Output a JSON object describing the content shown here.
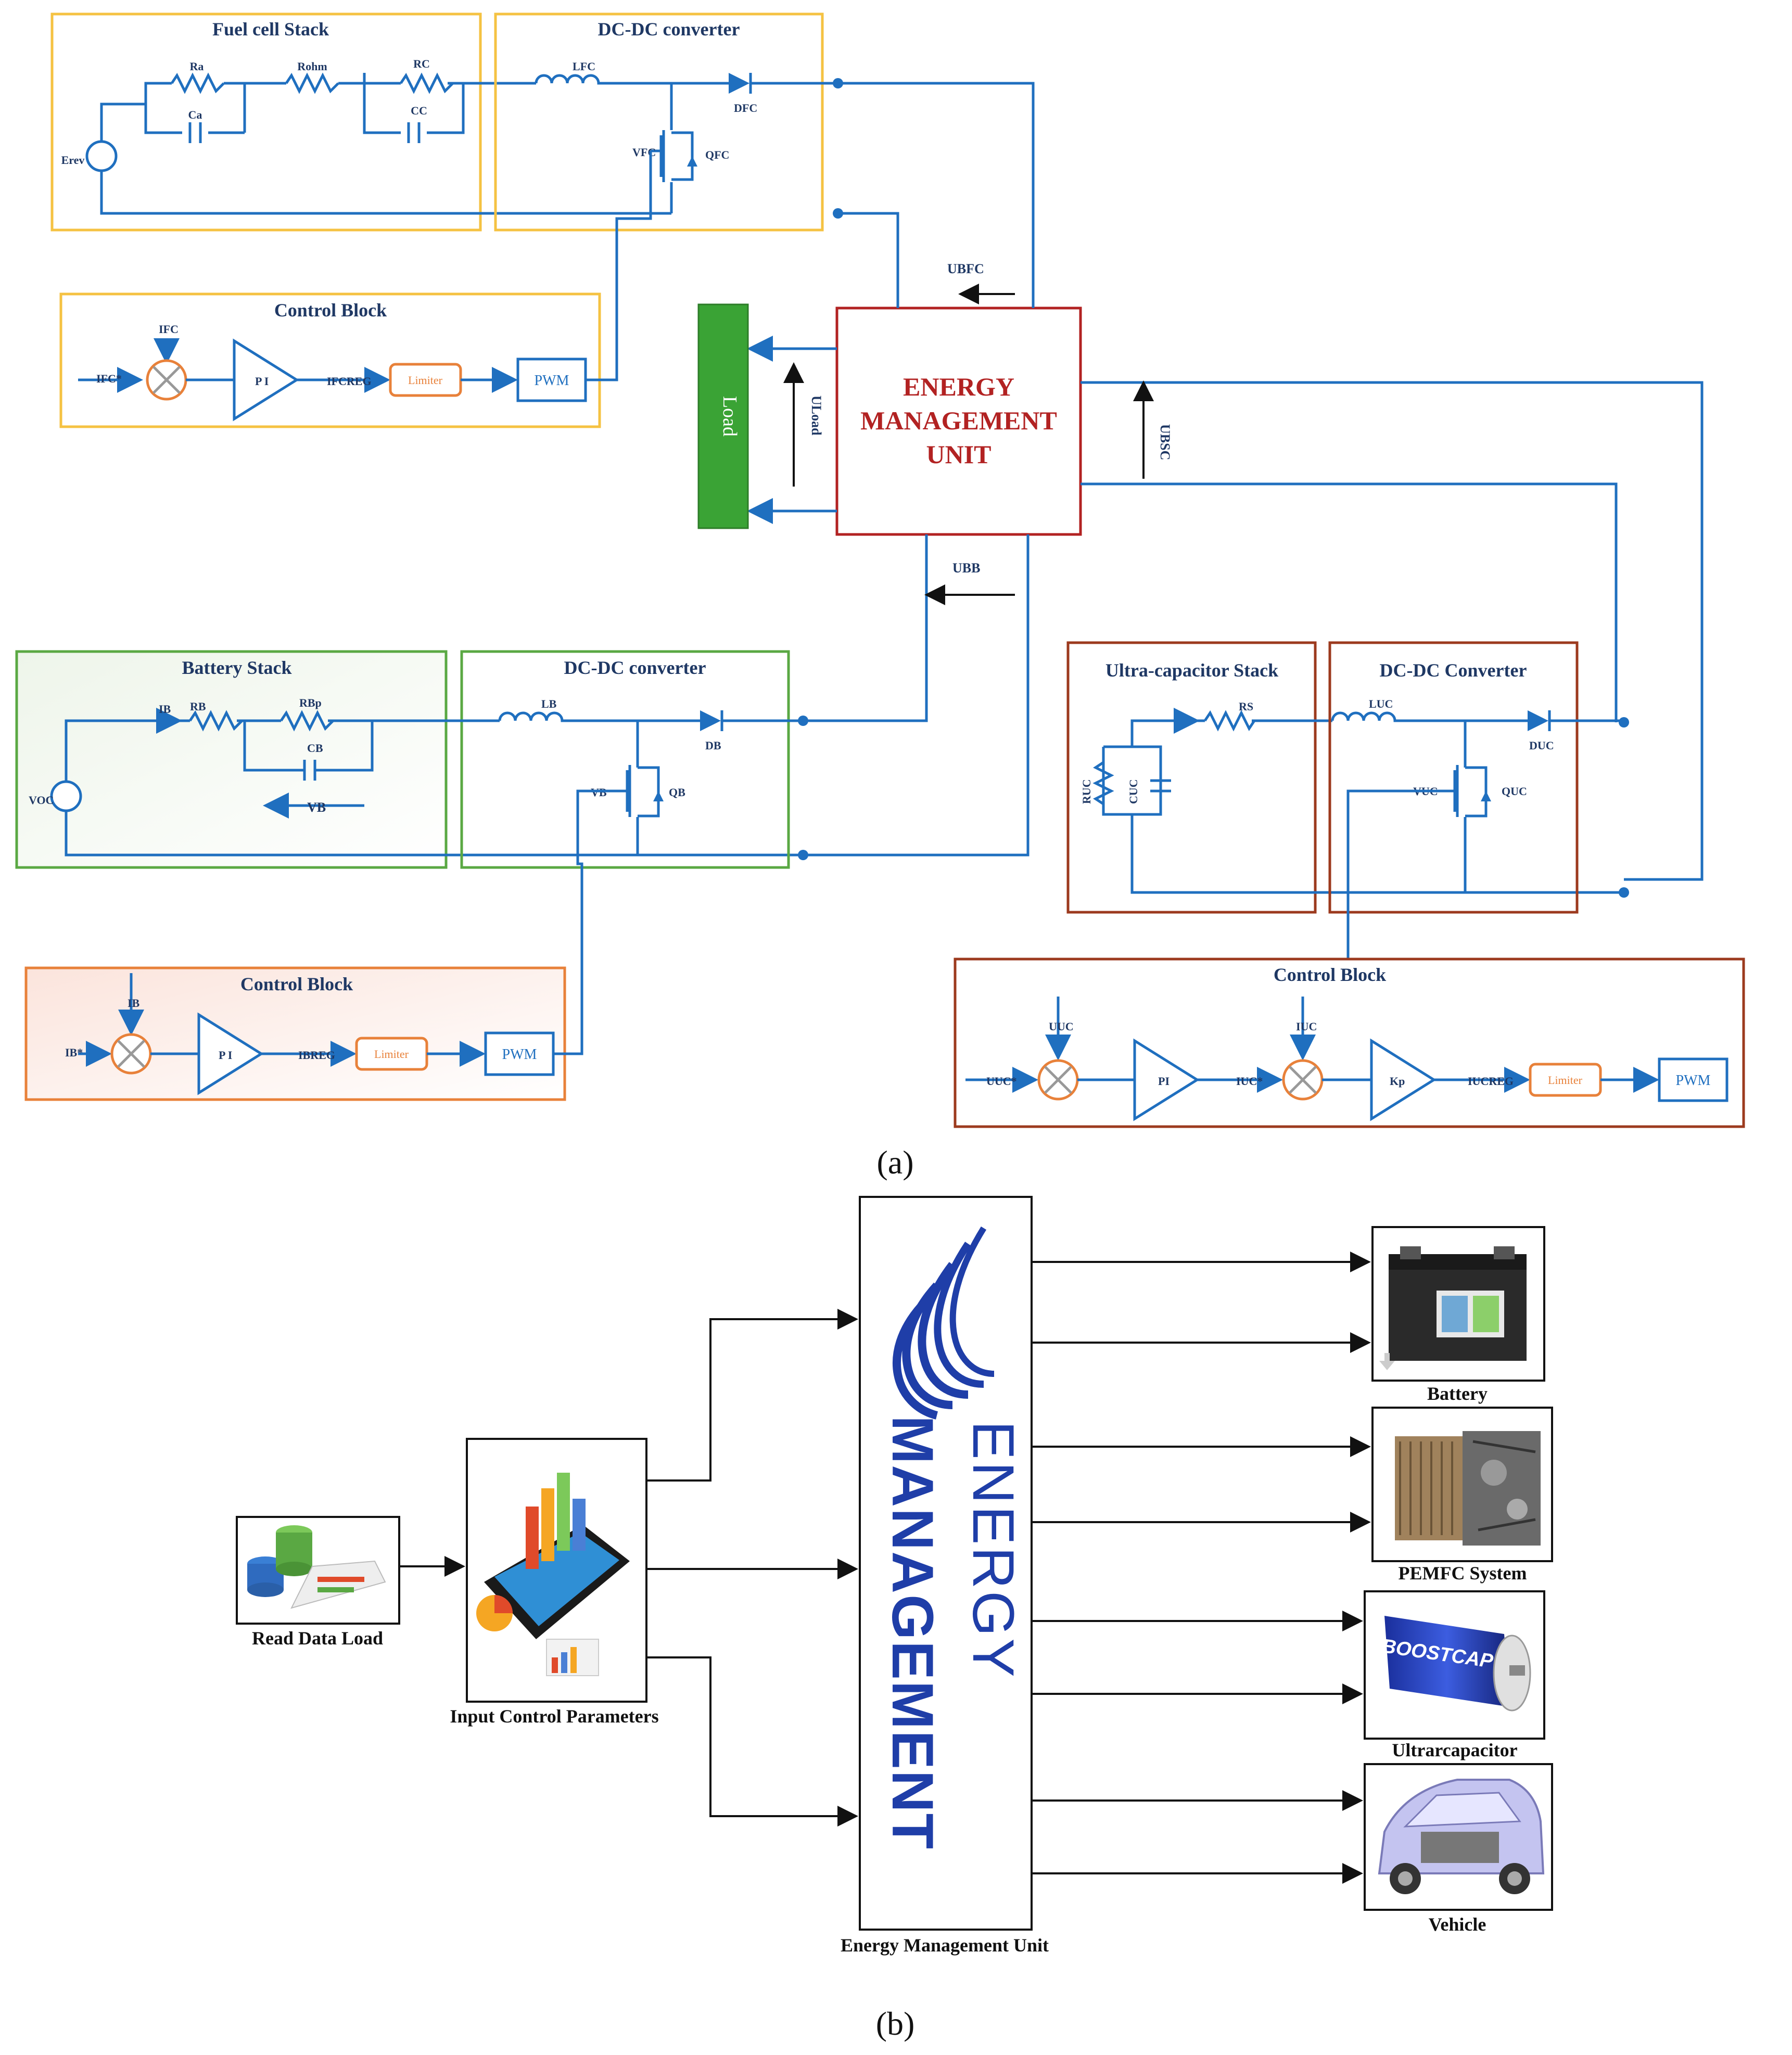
{
  "part_a": {
    "caption": "(a)",
    "fuel_cell": {
      "stack_title": "Fuel cell Stack",
      "converter_title": "DC-DC converter",
      "labels": {
        "erev": "Erev",
        "ra": "Ra",
        "rohm": "Rohm",
        "rc": "RC",
        "ca": "Ca",
        "cc": "CC",
        "lfc": "LFC",
        "dfc": "DFC",
        "vfc": "VFC",
        "qfc": "QFC"
      }
    },
    "fc_control": {
      "title": "Control Block",
      "ifc": "IFC",
      "ifc_ref": "IFC*",
      "pi": "P I",
      "reg": "IFCREG",
      "limiter": "Limiter",
      "pwm": "PWM"
    },
    "emu": {
      "line1": "ENERGY",
      "line2": "MANAGEMENT",
      "line3": "UNIT",
      "ubfc": "UBFC",
      "ubsc": "UBSC",
      "ubb": "UBB",
      "uload": "ULoad"
    },
    "load": "Load",
    "battery": {
      "stack_title": "Battery Stack",
      "converter_title": "DC-DC converter",
      "labels": {
        "voc": "VOC",
        "ib": "IB",
        "rb": "RB",
        "rbp": "RBp",
        "cb": "CB",
        "vb_arrow": "VB",
        "lb": "LB",
        "db": "DB",
        "vb": "VB",
        "qb": "QB"
      }
    },
    "b_control": {
      "title": "Control Block",
      "ib": "IB",
      "ib_ref": "IB*",
      "pi": "P I",
      "reg": "IBREG",
      "limiter": "Limiter",
      "pwm": "PWM"
    },
    "uc": {
      "stack_title": "Ultra-capacitor Stack",
      "converter_title": "DC-DC Converter",
      "labels": {
        "ruc": "RUC",
        "cuc": "CUC",
        "rs": "RS",
        "luc": "LUC",
        "duc": "DUC",
        "vuc": "VUC",
        "quc": "QUC"
      }
    },
    "uc_control": {
      "title": "Control Block",
      "uuc": "UUC",
      "uuc_ref": "UUC*",
      "pi": "PI",
      "iuc": "IUC",
      "iuc_ref": "IUC*",
      "kp": "Kp",
      "reg": "IUCREG",
      "limiter": "Limiter",
      "pwm": "PWM"
    }
  },
  "part_b": {
    "caption": "(b)",
    "read_data_load": "Read Data Load",
    "input_control": "Input Control Parameters",
    "emu_label": "Energy Management Unit",
    "emu_logo_line1": "ENERGY",
    "emu_logo_line2": "MANAGEMENT",
    "battery": "Battery",
    "pemfc": "PEMFC System",
    "ultracap": "Ultrarcapacitor",
    "ultracap_brand": "BOOSTCAP",
    "vehicle": "Vehicle"
  },
  "colors": {
    "wire": "#1f6fbf",
    "fc_border": "#f5c242",
    "battery_border": "#5aa843",
    "uc_border": "#9c3a1e",
    "control_orange": "#e8813a",
    "emu_text": "#b22222",
    "load_green": "#3aa335"
  }
}
